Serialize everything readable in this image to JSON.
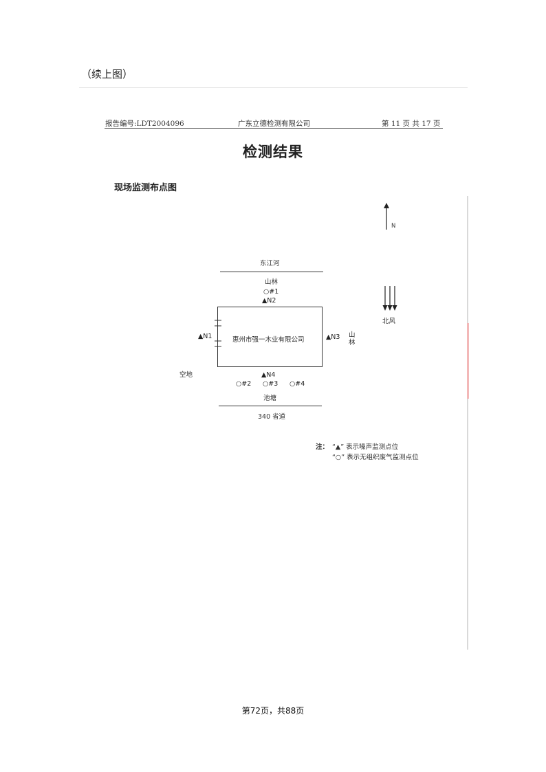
{
  "continuation": "（续上图）",
  "header": {
    "report_no": "报告编号:LDT2004096",
    "company": "广东立德检测有限公司",
    "page_info": "第 11 页 共 17 页"
  },
  "title": "检测结果",
  "subtitle": "现场监测布点图",
  "map": {
    "north_label": "N",
    "river": "东江河",
    "forest_top": "山林",
    "forest_right_1": "山",
    "forest_right_2": "林",
    "wind": "北风",
    "factory": "惠州市强一木业有限公司",
    "vacant": "空地",
    "pond": "池塘",
    "road": "340 省道",
    "points": {
      "g1": "○#1",
      "n2": "▲N2",
      "n1": "▲N1",
      "n3": "▲N3",
      "n4": "▲N4",
      "g2": "○#2",
      "g3": "○#3",
      "g4": "○#4"
    }
  },
  "notes": {
    "prefix": "注：",
    "line1": "“▲” 表示噪声监测点位",
    "line2": "“○” 表示无组织废气监测点位"
  },
  "footer": "第72页，共88页"
}
